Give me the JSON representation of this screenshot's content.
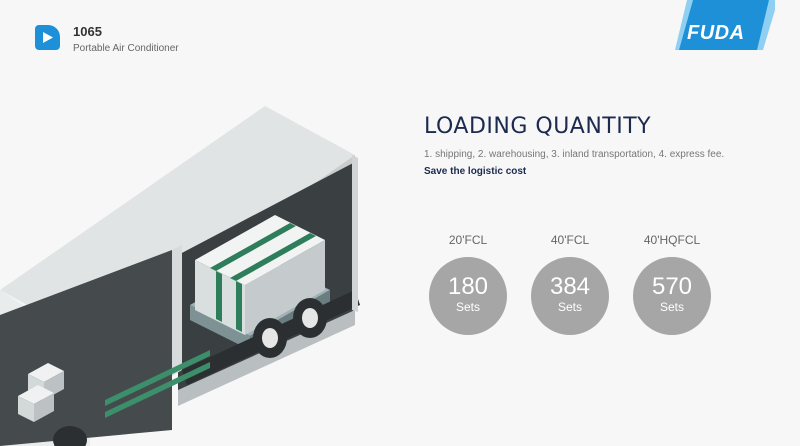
{
  "header": {
    "icon": "play-icon",
    "title": "1065",
    "subtitle": "Portable Air Conditioner"
  },
  "brand": {
    "logo_text": "FUDA",
    "color": "#1e90d8"
  },
  "content": {
    "title": "LOADING QUANTITY",
    "description": "1. shipping, 2. warehousing, 3. inland transportation, 4. express fee.",
    "emphasis": "Save the logistic cost"
  },
  "quantities": [
    {
      "label": "20'FCL",
      "value": "180",
      "unit": "Sets"
    },
    {
      "label": "40'FCL",
      "value": "384",
      "unit": "Sets"
    },
    {
      "label": "40'HQFCL",
      "value": "570",
      "unit": "Sets"
    }
  ],
  "colors": {
    "circle": "#a6a6a6",
    "title": "#1c2a4f",
    "accent": "#1e90d8"
  }
}
